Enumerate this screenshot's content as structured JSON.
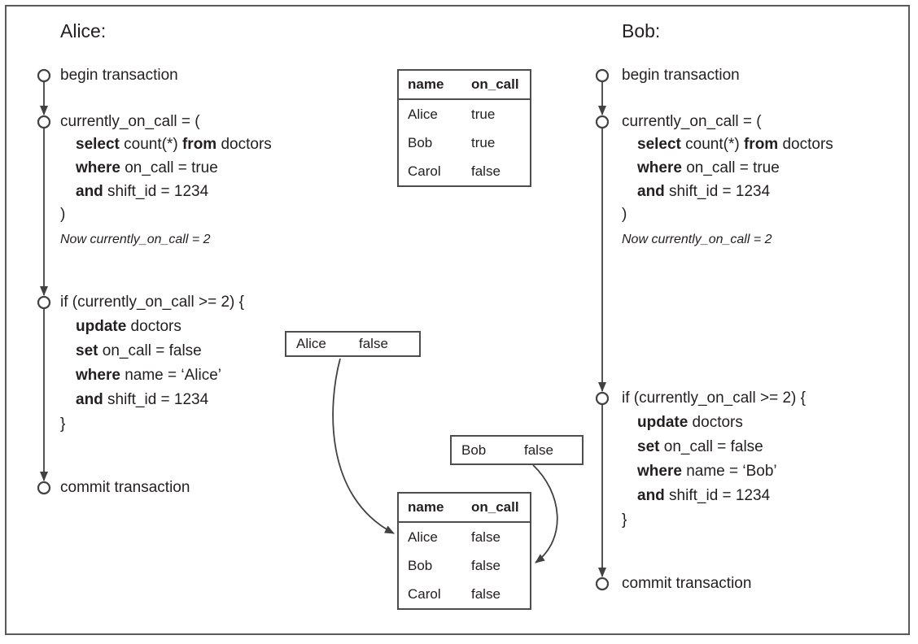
{
  "left": {
    "title": "Alice:",
    "begin": "begin transaction",
    "assign_open": "currently_on_call = (",
    "select": {
      "k1": "select",
      "t1": " count(*) ",
      "k2": "from",
      "t2": " doctors"
    },
    "where1": {
      "k": "where",
      "t": " on_call = true"
    },
    "and1": {
      "k": "and",
      "t": " shift_id = 1234"
    },
    "assign_close": ")",
    "note": "Now currently_on_call = 2",
    "if_open": "if (currently_on_call >= 2) {",
    "update": {
      "k": "update",
      "t": " doctors"
    },
    "set": {
      "k": "set",
      "t": " on_call = false"
    },
    "where2": {
      "k": "where",
      "t": " name = ‘Alice’"
    },
    "and2": {
      "k": "and",
      "t": " shift_id = 1234"
    },
    "if_close": "}",
    "commit": "commit transaction"
  },
  "right": {
    "title": "Bob:",
    "begin": "begin transaction",
    "assign_open": "currently_on_call = (",
    "select": {
      "k1": "select",
      "t1": " count(*) ",
      "k2": "from",
      "t2": " doctors"
    },
    "where1": {
      "k": "where",
      "t": " on_call = true"
    },
    "and1": {
      "k": "and",
      "t": " shift_id = 1234"
    },
    "assign_close": ")",
    "note": "Now currently_on_call = 2",
    "if_open": "if (currently_on_call >= 2) {",
    "update": {
      "k": "update",
      "t": " doctors"
    },
    "set": {
      "k": "set",
      "t": " on_call = false"
    },
    "where2": {
      "k": "where",
      "t": " name = ‘Bob’"
    },
    "and2": {
      "k": "and",
      "t": " shift_id = 1234"
    },
    "if_close": "}",
    "commit": "commit transaction"
  },
  "initial_table": {
    "headers": [
      "name",
      "on_call"
    ],
    "rows": [
      [
        "Alice",
        "true"
      ],
      [
        "Bob",
        "true"
      ],
      [
        "Carol",
        "false"
      ]
    ]
  },
  "final_table": {
    "headers": [
      "name",
      "on_call"
    ],
    "rows": [
      [
        "Alice",
        "false"
      ],
      [
        "Bob",
        "false"
      ],
      [
        "Carol",
        "false"
      ]
    ]
  },
  "write_alice": {
    "name": "Alice",
    "value": "false"
  },
  "write_bob": {
    "name": "Bob",
    "value": "false"
  },
  "colors": {
    "stroke": "#414143",
    "border": "#4c4d4f",
    "text": "#231f20"
  }
}
